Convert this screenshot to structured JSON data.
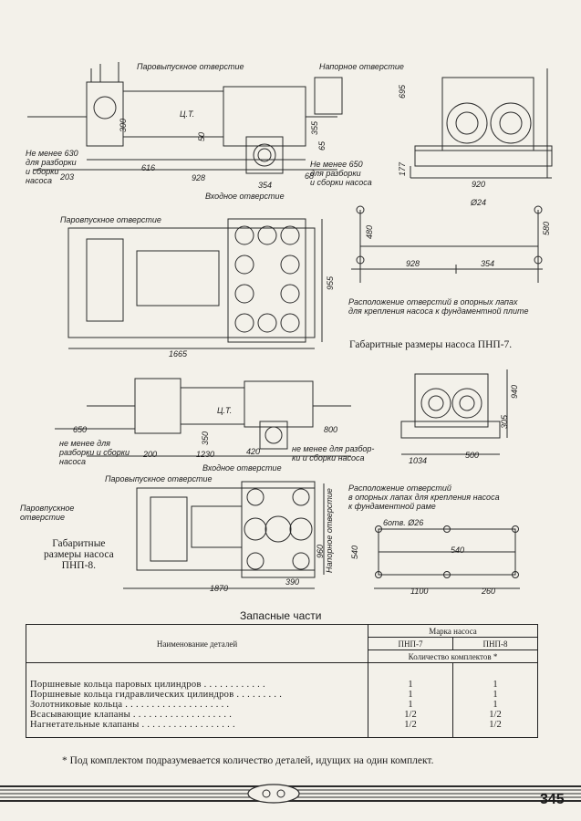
{
  "labels": {
    "steam_outlet_1": "Паровыпускное отверстие",
    "pressure_outlet": "Напорное отверстие",
    "not_less_630": "Не менее 630\nдля разборки\nи сборки\nнасоса",
    "not_less_650": "Не менее 650\nдля разборки\nи сборки насоса",
    "inlet_1": "Входное отверстие",
    "steam_outlet_2": "Паровпускное отверстие",
    "holes_note_1": "Расположение отверстий в опорных лапах\nдля крепления насоса к фундаментной плите",
    "caption_pnp7": "Габаритные размеры насоса ПНП-7.",
    "not_less_a": "не менее для\nразборки и сборки\nнасоса",
    "not_less_b": "не менее для разбор-\nки и сборки насоса",
    "inlet_2": "Входное отверстие",
    "steam_outlet_3": "Паровыпускное отверстие",
    "steam_outlet_4": "Паровпускное\nотверстие",
    "caption_pnp8": "Габаритные\nразмеры насоса\nПНП-8.",
    "holes_note_2": "Расположение отверстий\nв опорных лапах для крепления насоса\nк фундаментной раме",
    "holes_6": "6отв. Ø26",
    "pressure_outlet_v": "Напорное отверстие",
    "ct1": "Ц.Т.",
    "ct2": "Ц.Т."
  },
  "dims": {
    "d203": "203",
    "d616": "616",
    "d928": "928",
    "d354": "354",
    "d300": "300",
    "d50": "50",
    "d355": "355",
    "d65": "65",
    "d68": "68",
    "d695": "695",
    "d177": "177",
    "d920": "920",
    "d24": "Ø24",
    "d480": "480",
    "d580": "580",
    "d928b": "928",
    "d354b": "354",
    "d955": "955",
    "d1665": "1665",
    "d650": "650",
    "d200": "200",
    "d1230": "1230",
    "d420": "420",
    "d800": "800",
    "d350": "350",
    "d940": "940",
    "d305": "305",
    "d1034": "1034",
    "d500": "500",
    "d540": "540",
    "d540b": "540",
    "d1100": "1100",
    "d260": "260",
    "d960": "960",
    "d390": "390",
    "d1870": "1870"
  },
  "spares": {
    "title": "Запасные части",
    "col_name": "Наименование деталей",
    "col_brand": "Марка насоса",
    "col_pnp7": "ПНП-7",
    "col_pnp8": "ПНП-8",
    "col_qty": "Количество комплектов *",
    "rows": [
      {
        "name": "Поршневые кольца паровых цилиндров . . . . . . . . . . . .",
        "pnp7": "1",
        "pnp8": "1"
      },
      {
        "name": "Поршневые кольца гидравлических цилиндров . . . . . . . . .",
        "pnp7": "1",
        "pnp8": "1"
      },
      {
        "name": "Золотниковые кольца . . . . . . . . . . . . . . . . . . . .",
        "pnp7": "1",
        "pnp8": "1"
      },
      {
        "name": "Всасывающие клапаны . . . . . . . . . . . . . . . . . . .",
        "pnp7": "1/2",
        "pnp8": "1/2"
      },
      {
        "name": "Нагнетательные клапаны . . . . . . . . . . . . . . . . . .",
        "pnp7": "1/2",
        "pnp8": "1/2"
      }
    ],
    "footnote": "* Под комплектом подразумевается количество деталей, идущих на один комплект."
  },
  "page_number": "345"
}
